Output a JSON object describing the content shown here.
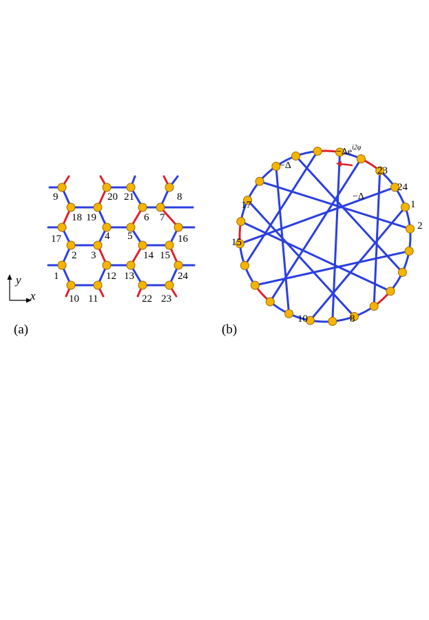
{
  "panel_a": {
    "label": "(a)",
    "axis_x": "x",
    "axis_y": "y",
    "site_labels": [
      "1",
      "2",
      "3",
      "4",
      "5",
      "6",
      "7",
      "8",
      "9",
      "10",
      "11",
      "12",
      "13",
      "14",
      "15",
      "16",
      "17",
      "18",
      "19",
      "20",
      "21",
      "22",
      "23",
      "24"
    ]
  },
  "panel_b": {
    "label": "(b)",
    "site_labels": [
      "1",
      "2",
      "8",
      "10",
      "15",
      "17",
      "23",
      "24"
    ],
    "delta_label_1": "−Δ",
    "delta_label_2": "−Δ",
    "phase_label_base": "−Δe",
    "phase_label_exp": "i2φ"
  },
  "colors": {
    "hopping": "#2b3fe0",
    "pairing": "#e0202a",
    "site_fill": "#f5b400"
  }
}
